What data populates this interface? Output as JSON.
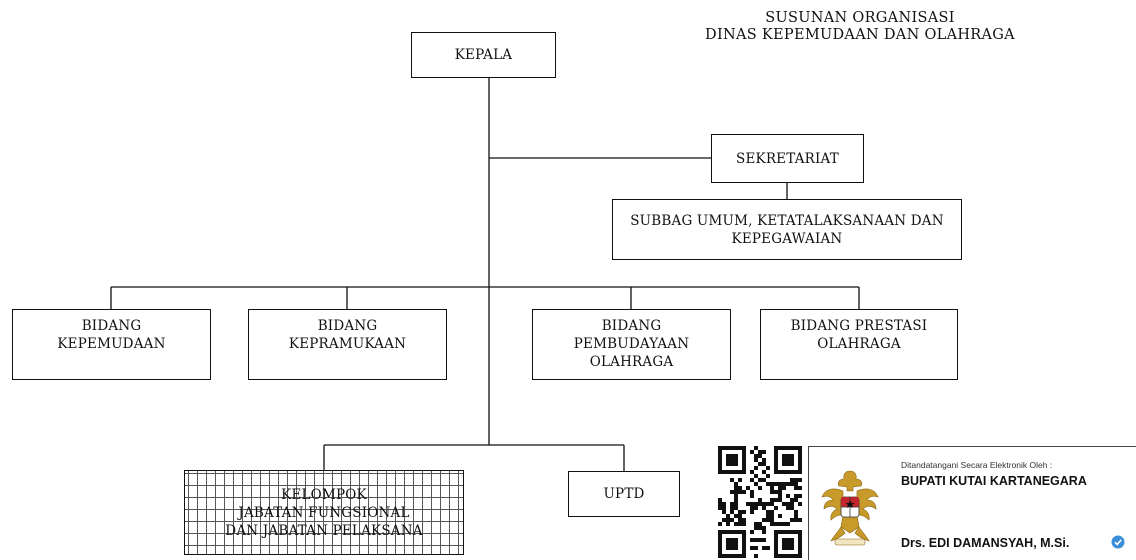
{
  "header": {
    "title_line1": "SUSUNAN ORGANISASI",
    "title_line2": "DINAS KEPEMUDAAN DAN OLAHRAGA"
  },
  "org_chart": {
    "kepala": "KEPALA",
    "sekretariat": "SEKRETARIAT",
    "subbag": {
      "line1": "SUBBAG UMUM, KETATALAKSANAAN DAN",
      "line2": "KEPEGAWAIAN"
    },
    "bidang_kepemudaan": {
      "line1": "BIDANG",
      "line2": "KEPEMUDAAN"
    },
    "bidang_kepramukaan": {
      "line1": "BIDANG",
      "line2": "KEPRAMUKAAN"
    },
    "bidang_pembudayaan": {
      "line1": "BIDANG",
      "line2": "PEMBUDAYAAN",
      "line3": "OLAHRAGA"
    },
    "bidang_prestasi": {
      "line1": "BIDANG PRESTASI",
      "line2": "OLAHRAGA"
    },
    "kelompok": {
      "line1": "KELOMPOK",
      "line2": "JABATAN FUNGSIONAL",
      "line3": "DAN JABATAN PELAKSANA"
    },
    "uptd": "UPTD"
  },
  "signature": {
    "signed_by_label": "Ditandatangani Secara Elektronik Oleh :",
    "organization": "BUPATI KUTAI KARTANEGARA",
    "signer_name": "Drs. EDI DAMANSYAH, M.Si.",
    "emblem_icon": "garuda-pancasila-emblem",
    "verify_icon": "verified-check-icon",
    "qr_icon": "qr-code-icon"
  }
}
